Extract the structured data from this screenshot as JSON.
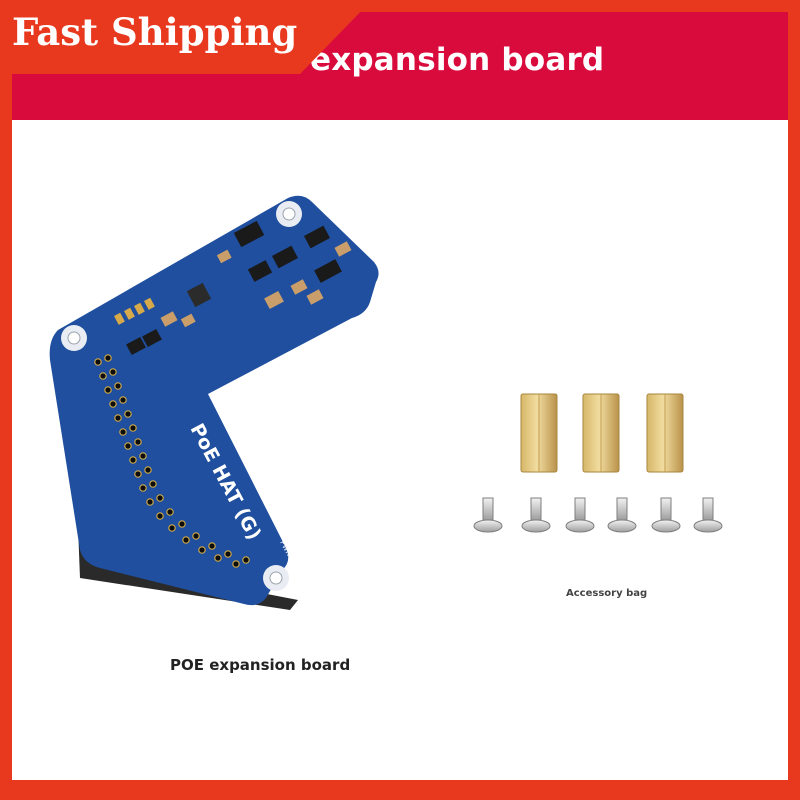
{
  "badge": {
    "text": "Fast Shipping",
    "color": "#e8391e"
  },
  "banner": {
    "title": "expansion board",
    "color": "#d90b3d"
  },
  "product": {
    "board_label": "PoE HAT (G)",
    "pwr_label": "PWR",
    "board_caption": "POE expansion board",
    "accessory_caption": "Accessory bag",
    "board_color": "#1f4f9e",
    "standoff_count": 3,
    "screw_count": 6
  }
}
